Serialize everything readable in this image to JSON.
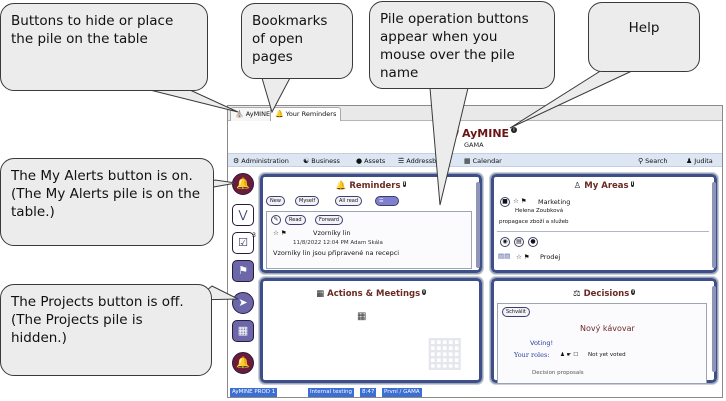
{
  "callouts": {
    "hide_place": "Buttons to hide or place the pile on the table",
    "bookmarks": "Bookmarks of open pages",
    "pile_ops": "Pile operation buttons appear when you mouse over the pile name",
    "help": "Help",
    "my_alerts": "The My Alerts button is on. (The My Alerts pile is on the table.)",
    "projects": "The Projects button is off. (The Projects pile is hidden.)"
  },
  "tabs": [
    {
      "label": "AyMINE",
      "icon": "home-icon"
    },
    {
      "label": "Your Reminders",
      "icon": "bell-icon"
    }
  ],
  "brand": {
    "logo": "Ay",
    "name": "AyMINE",
    "org": "GAMA"
  },
  "menu": {
    "administration": "Administration",
    "business": "Business",
    "assets": "Assets",
    "addressbook": "Addressbook",
    "calendar": "Calendar",
    "search": "Search",
    "user": "Judita"
  },
  "sidebar": {
    "badge_count": "3"
  },
  "reminders": {
    "title": "Reminders",
    "buttons": {
      "new": "New",
      "myself": "Myself",
      "all_read": "All read"
    },
    "item_buttons": {
      "read": "Read",
      "forward": "Forward"
    },
    "item": {
      "title": "Vzorníky lin",
      "meta": "11/8/2022 12:04 PM Adam Skála",
      "body": "Vzorníky lin jsou připravené na recepci"
    }
  },
  "my_areas": {
    "title": "My Areas",
    "area1": {
      "name": "Marketing",
      "person": "Helena Zoubková",
      "note": "propagace zboží a služeb"
    },
    "area2": {
      "name": "Prodej"
    }
  },
  "actions": {
    "title": "Actions & Meetings"
  },
  "decisions": {
    "title": "Decisions",
    "button": "Schválit",
    "heading": "Nový kávovar",
    "voting": "Voting!",
    "your_roles_label": "Your roles:",
    "not_voted": "Not yet voted",
    "decision_proposals": "Decision proposals"
  },
  "status": {
    "env": "AyMINE PROD 1",
    "testing": "Internal testing",
    "time": "8:47",
    "org": "První / GAMA"
  }
}
